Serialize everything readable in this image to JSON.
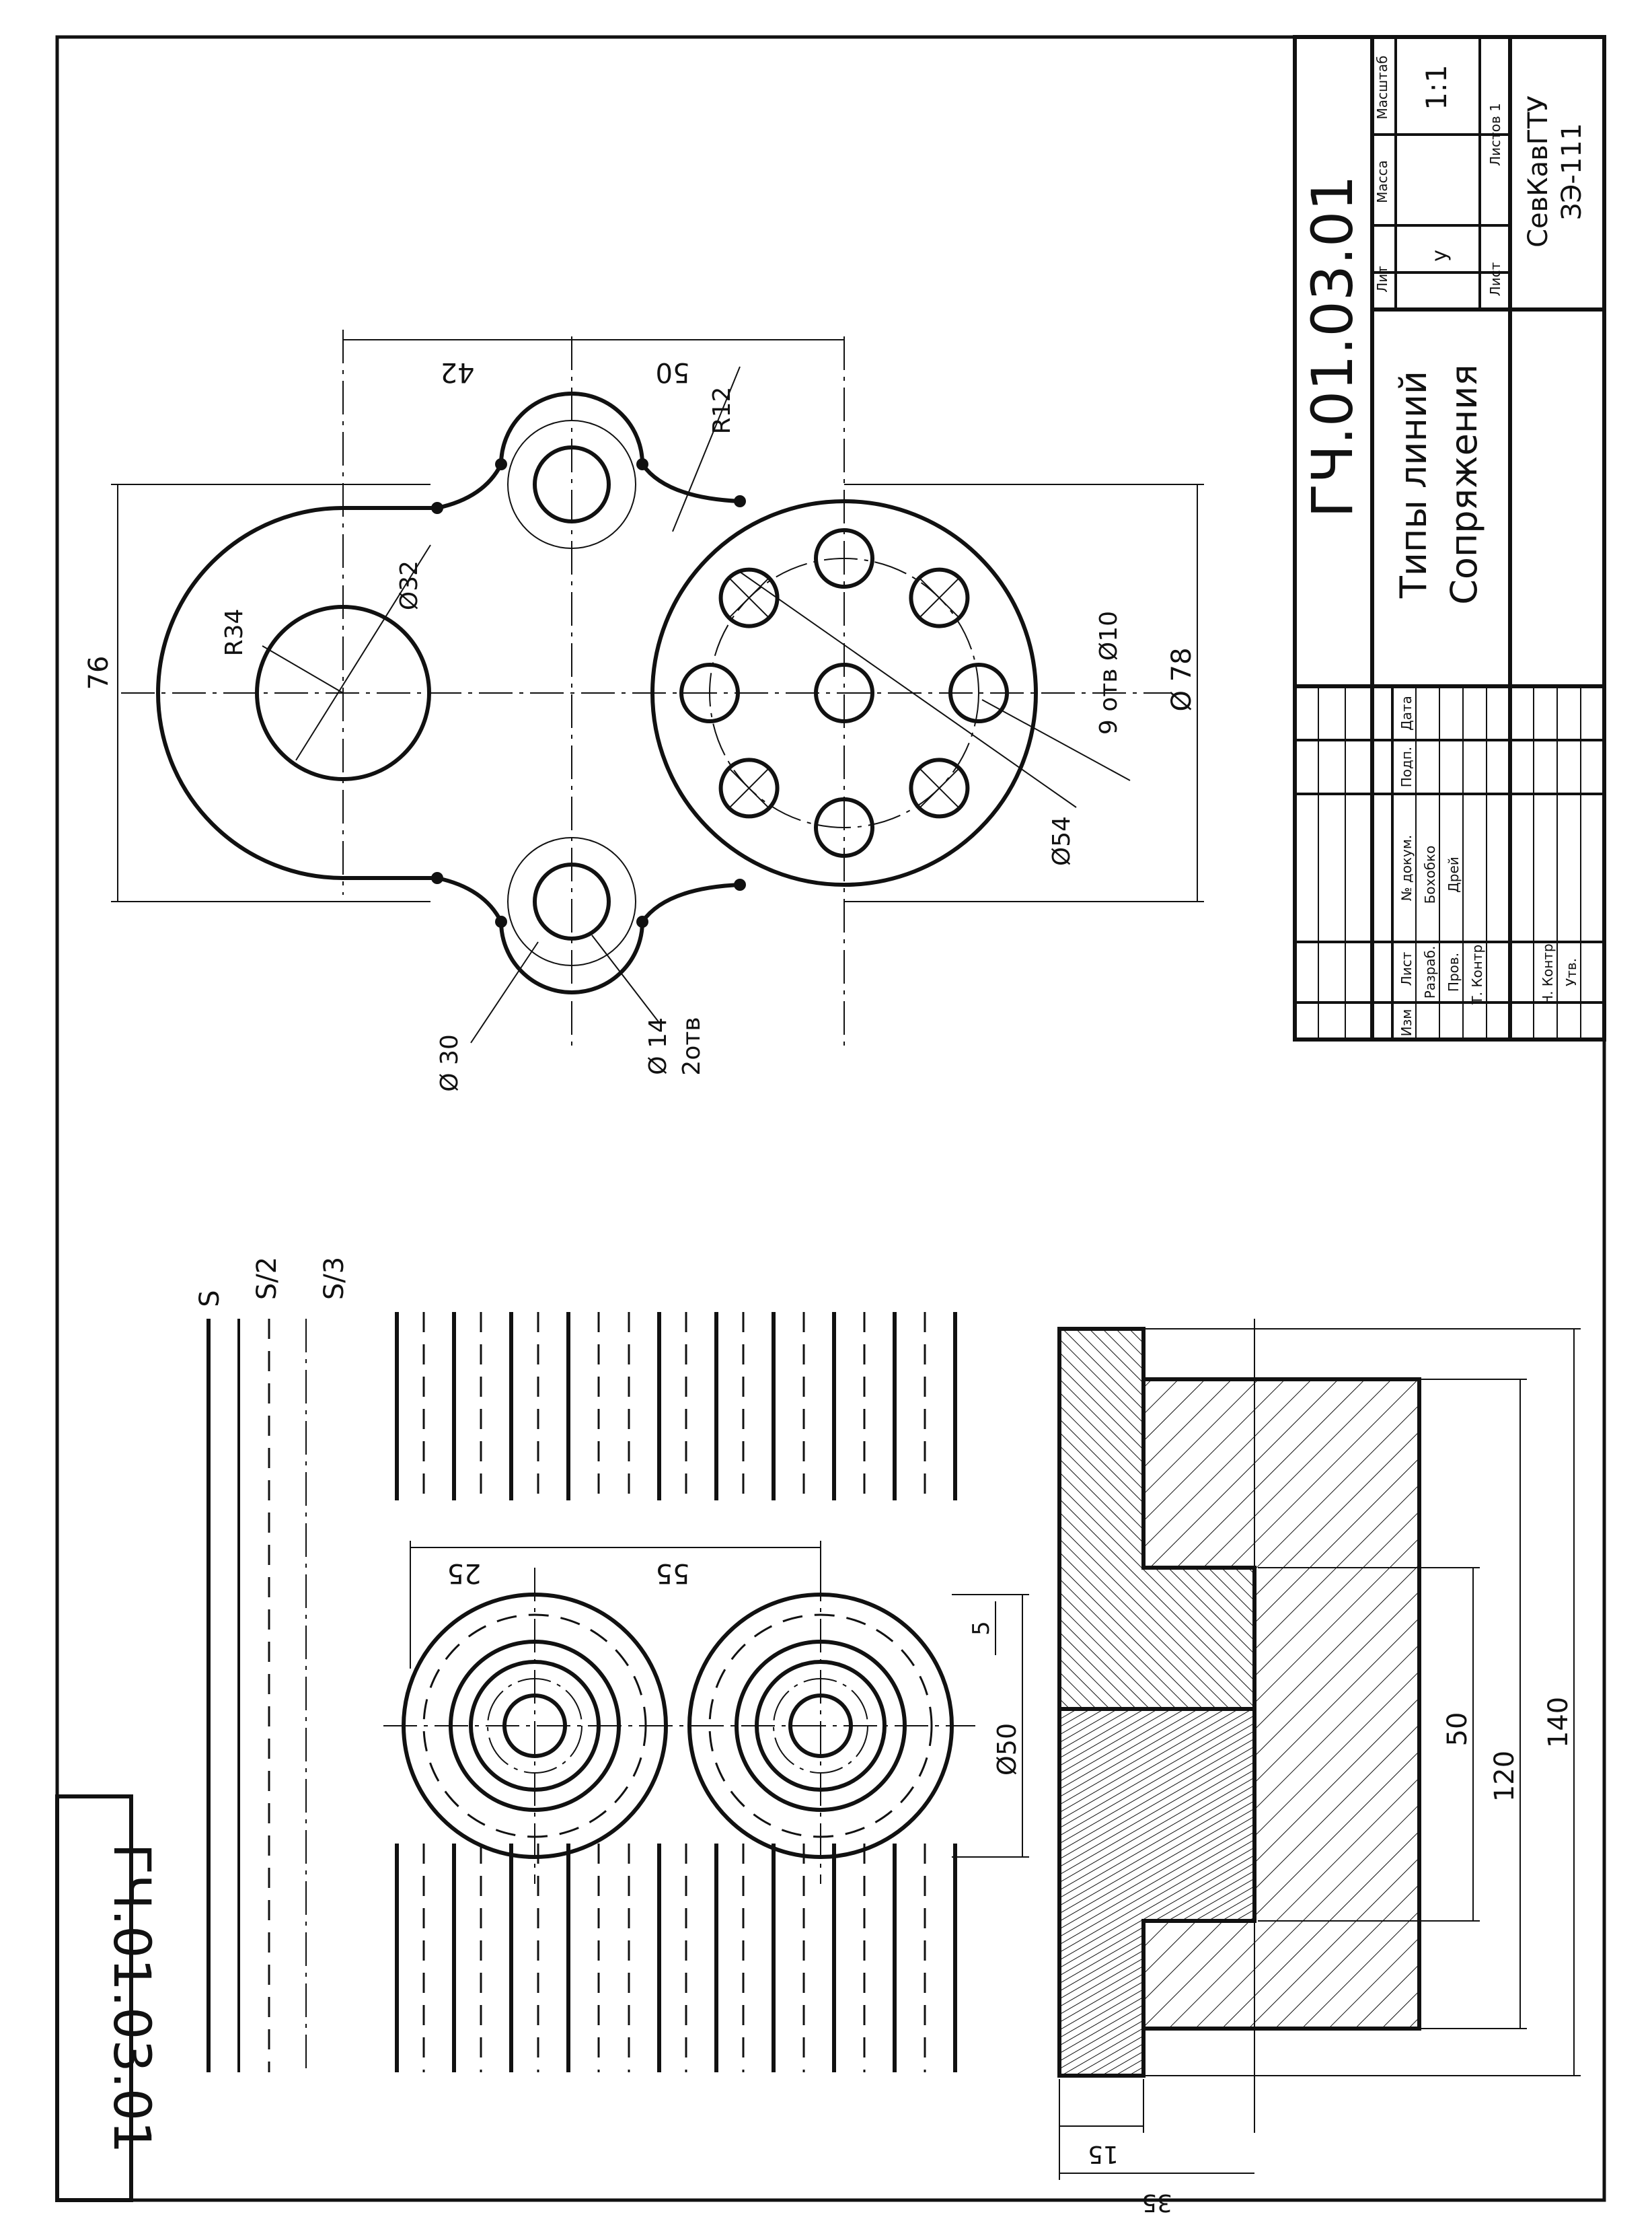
{
  "drawing": {
    "code": "ГЧ.01.03.01",
    "title_line1": "Типы линий",
    "title_line2": "Сопряжения",
    "scale": "1:1",
    "letter": "у",
    "organization": "СевКавГТУ",
    "group": "ЗЭ-111",
    "sheets_label": "Листов 1",
    "sheet_label": "Лист"
  },
  "title_block": {
    "col_lit": "Лит",
    "col_mass": "Масса",
    "col_scale": "Масштаб",
    "h_izm": "Изм",
    "h_list": "Лист",
    "h_doc": "№ докум.",
    "h_sign": "Подп.",
    "h_date": "Дата",
    "r_razrab": "Разраб.",
    "r_prov": "Пров.",
    "r_tkontr": "Т. Контр.",
    "r_nkontr": "Н. Контр.",
    "r_utv": "Утв.",
    "n_razrab": "Бохобко",
    "n_prov": "Дрей"
  },
  "dimensions": {
    "d42": "42",
    "d50": "50",
    "dR12": "R12",
    "d76": "76",
    "dR34": "R34",
    "dD32": "Ø32",
    "dHoles9": "9 отв Ø10",
    "dD78": "Ø 78",
    "dD54": "Ø54",
    "dD30": "Ø 30",
    "dD14": "Ø 14",
    "d2otv": "2отв",
    "d25": "25",
    "d55": "55",
    "d5": "5",
    "dD50": "Ø50",
    "dH50": "50",
    "dH120": "120",
    "dH140": "140",
    "dW15": "15",
    "dW35": "35"
  },
  "linetypes": {
    "s": "S",
    "s2": "S/2",
    "s3": "S/3"
  }
}
